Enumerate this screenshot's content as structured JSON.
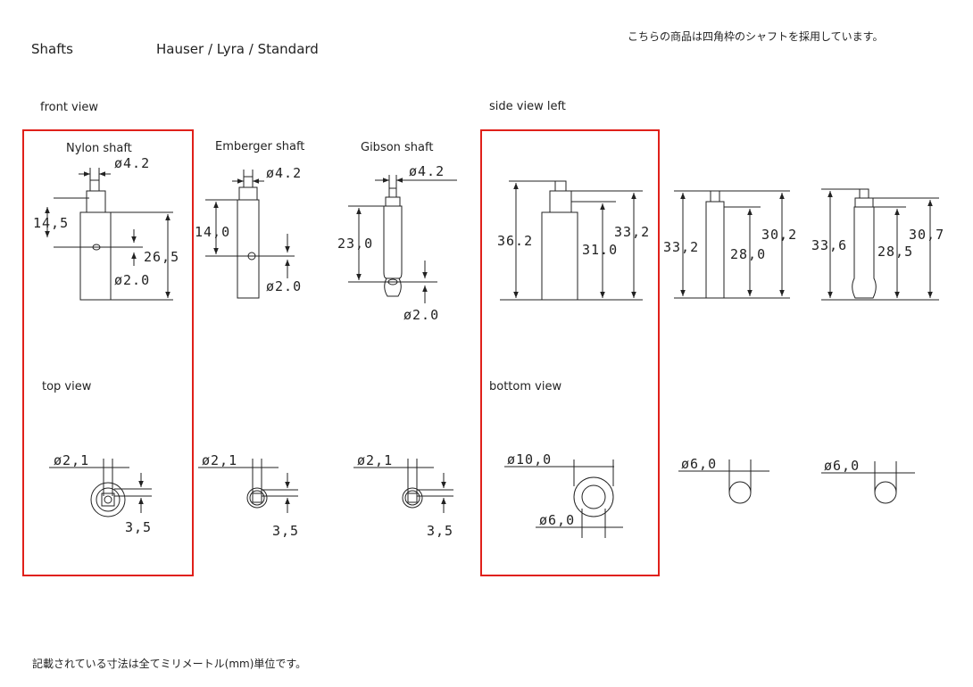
{
  "header": {
    "title": "Shafts",
    "models": "Hauser / Lyra /  Standard",
    "note_jp": "こちらの商品は四角枠のシャフトを採用しています。"
  },
  "footer": {
    "note_jp": "記載されている寸法は全てミリメートル(mm)単位です。"
  },
  "views": {
    "front": "front view",
    "top": "top view",
    "side_left": "side view left",
    "bottom": "bottom view"
  },
  "shafts": [
    {
      "name": "Nylon shaft",
      "tip": "ø4.2",
      "hole_height": "14,5",
      "length": "26,5",
      "hole": "ø2.0",
      "top_hole": "ø2,1",
      "top_size": "3,5"
    },
    {
      "name": "Emberger shaft",
      "tip": "ø4.2",
      "hole_height": "14,0",
      "hole": "ø2.0",
      "top_hole": "ø2,1",
      "top_size": "3,5"
    },
    {
      "name": "Gibson shaft",
      "tip": "ø4.2",
      "hole_height": "23,0",
      "hole": "ø2.0",
      "top_hole": "ø2,1",
      "top_size": "3,5"
    }
  ],
  "side_views": [
    {
      "total": "36.2",
      "body": "31.0",
      "right": "33,2",
      "outer": "ø10,0",
      "inner": "ø6,0"
    },
    {
      "total": "33,2",
      "body": "28,0",
      "right": "30,2",
      "bottom": "ø6,0"
    },
    {
      "total": "33,6",
      "body": "28,5",
      "right": "30,7",
      "bottom": "ø6,0"
    }
  ],
  "colors": {
    "highlight_frame": "#e0201a",
    "line": "#222222"
  }
}
